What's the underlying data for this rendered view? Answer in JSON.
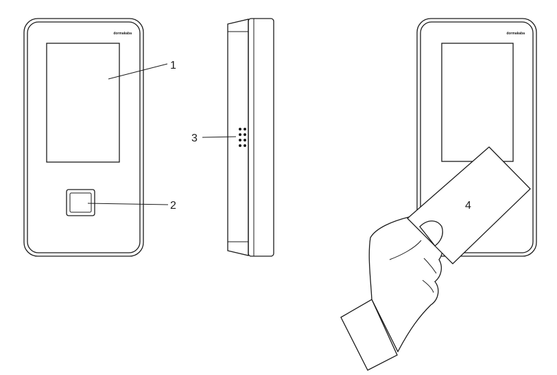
{
  "diagram": {
    "brand_label": "dormakaba",
    "callouts": [
      {
        "id": "callout-1",
        "label": "1"
      },
      {
        "id": "callout-2",
        "label": "2"
      },
      {
        "id": "callout-3",
        "label": "3"
      },
      {
        "id": "callout-4",
        "label": "4"
      }
    ],
    "colors": {
      "stroke": "#1a1a1a",
      "background": "#ffffff"
    },
    "icons": [
      "hand-icon",
      "badge-card-icon",
      "speaker-grille-icon"
    ]
  }
}
